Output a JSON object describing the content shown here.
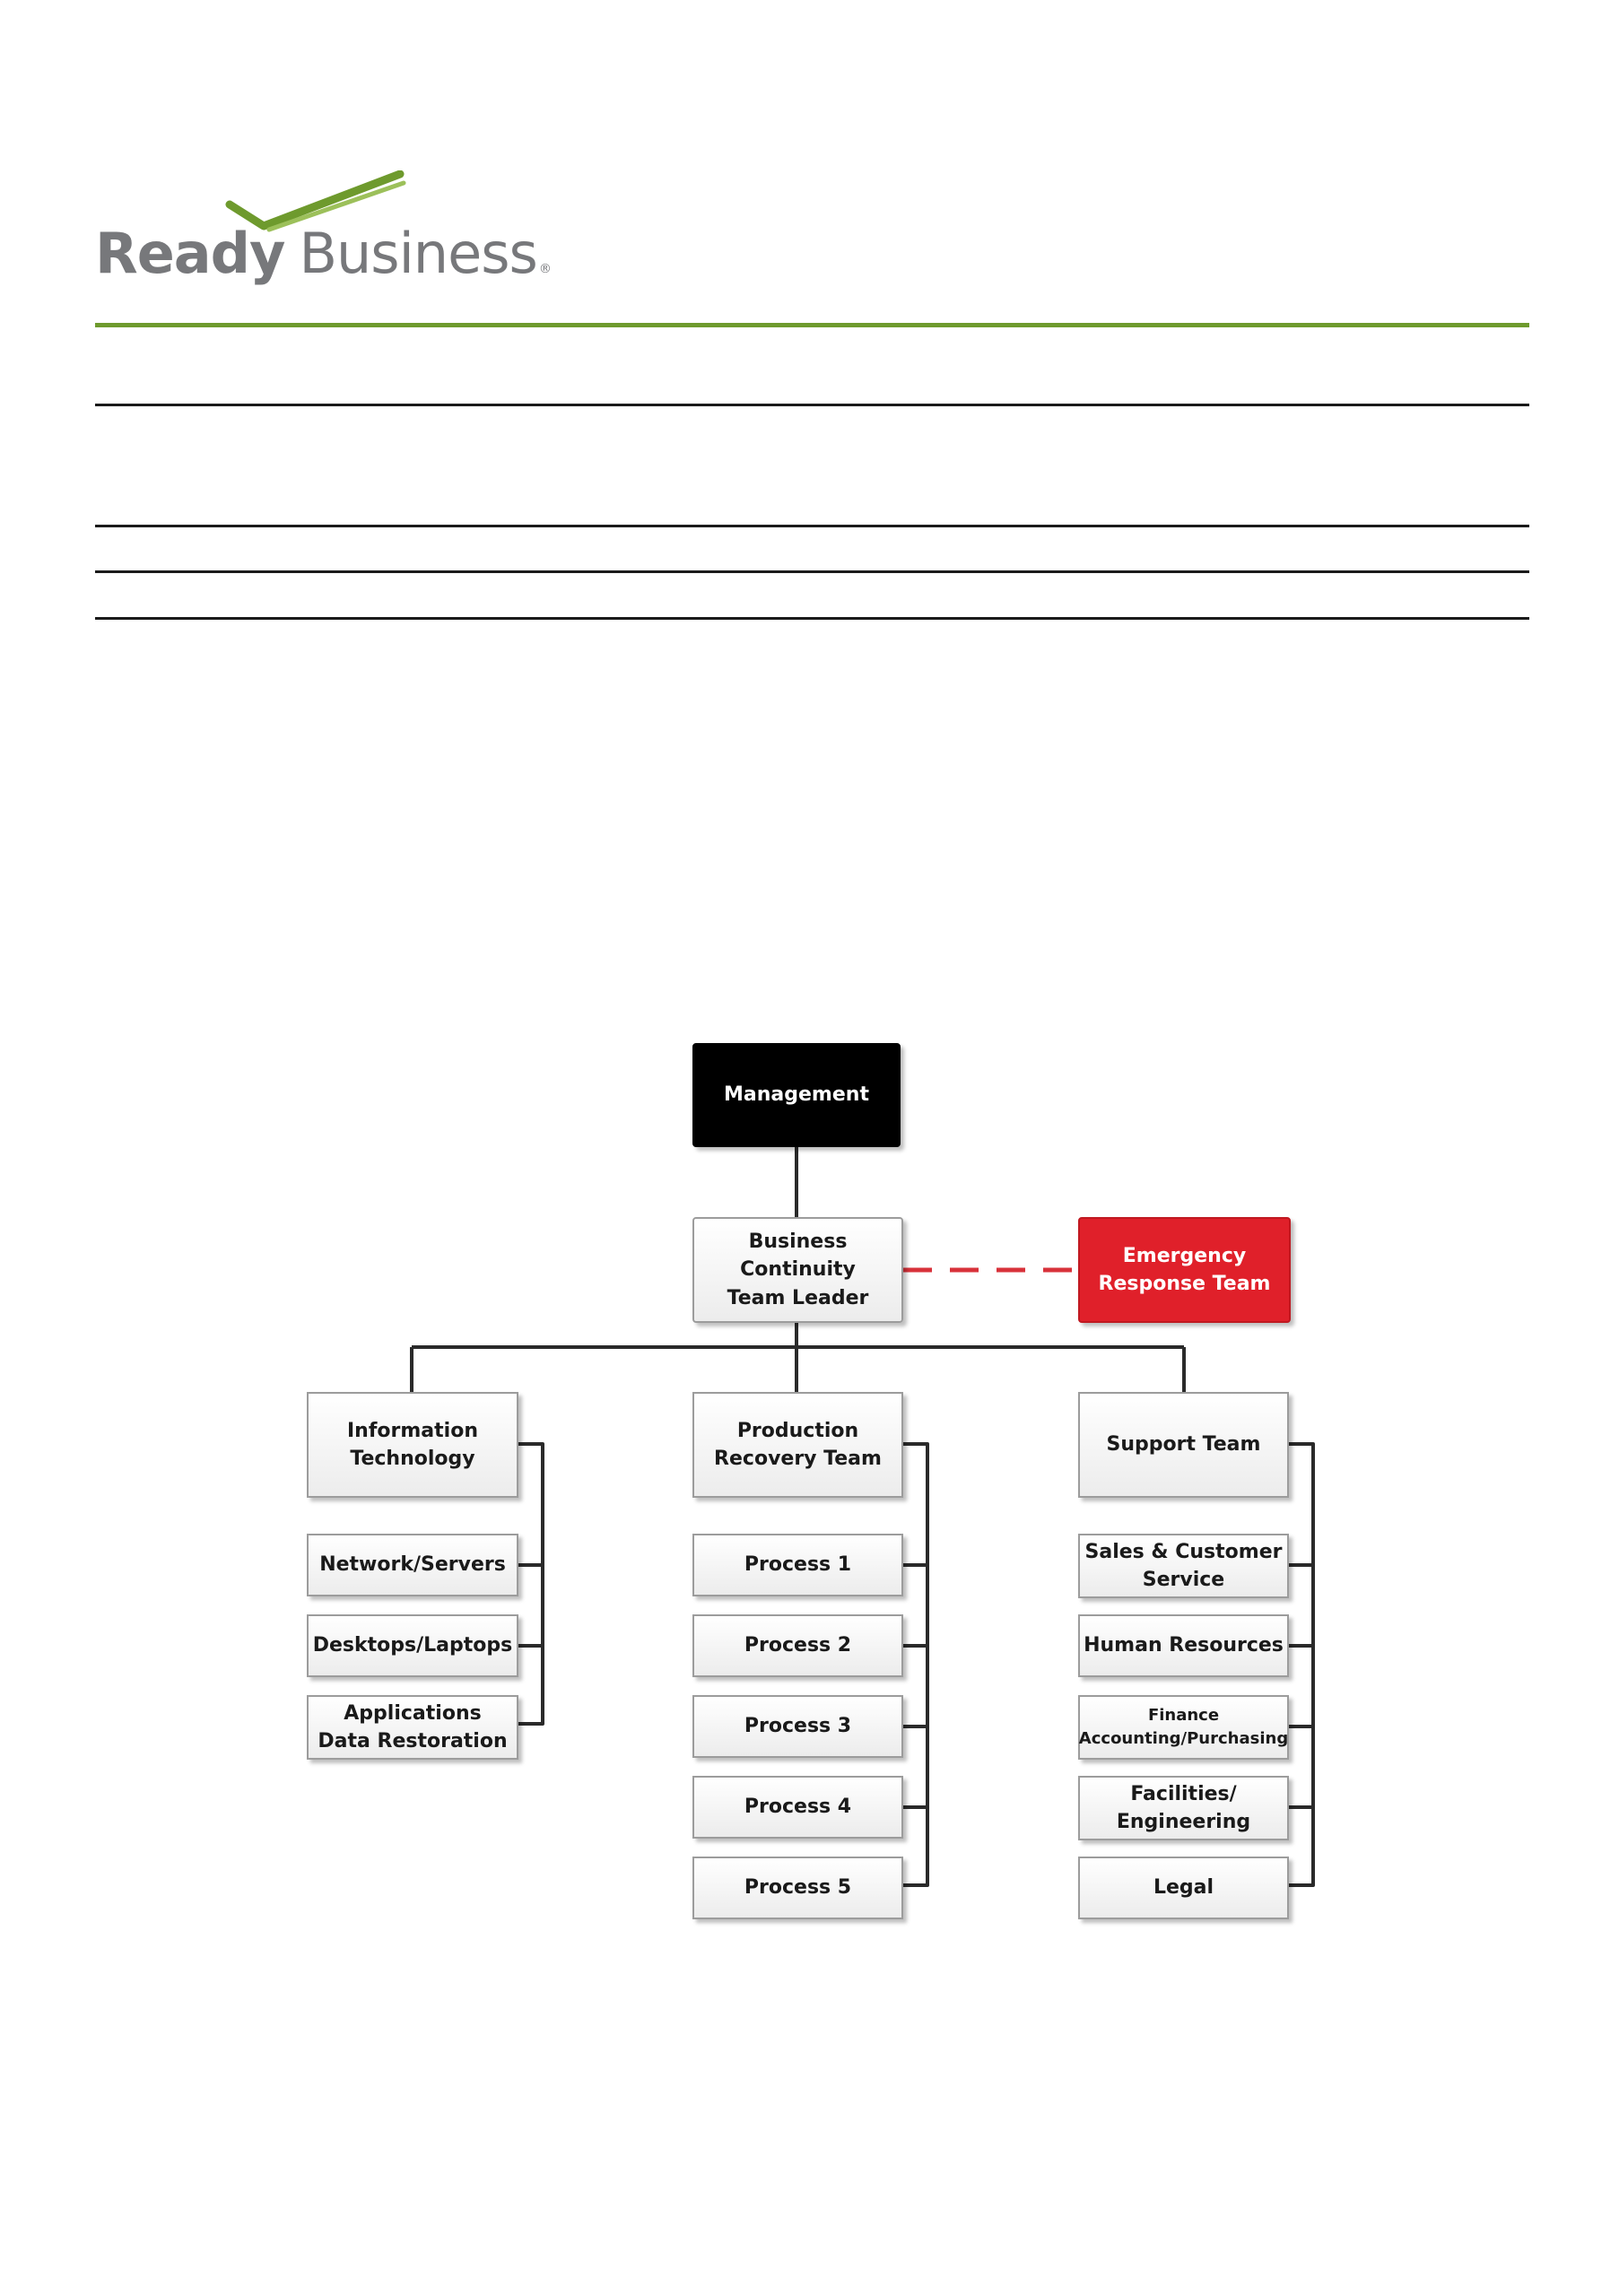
{
  "logo": {
    "word1": "Ready",
    "word2": "Business",
    "registered_mark": "®",
    "check_color": "#6e9a2d"
  },
  "colors": {
    "rule_green": "#6e9a2d",
    "rule_black": "#1a1a1a",
    "management_fill": "#000000",
    "emergency_fill": "#e0202a",
    "dashed_link": "#d8323a"
  },
  "org_chart": {
    "management": "Management",
    "leader": "Business Continuity\nTeam Leader",
    "emergency": "Emergency\nResponse Team",
    "columns": [
      {
        "head": "Information\nTechnology",
        "items": [
          "Network/Servers",
          "Desktops/Laptops",
          "Applications\nData Restoration"
        ]
      },
      {
        "head": "Production\nRecovery Team",
        "items": [
          "Process 1",
          "Process 2",
          "Process 3",
          "Process 4",
          "Process 5"
        ]
      },
      {
        "head": "Support Team",
        "items": [
          "Sales & Customer\nService",
          "Human Resources",
          "Finance\nAccounting/Purchasing",
          "Facilities/\nEngineering",
          "Legal"
        ]
      }
    ]
  }
}
